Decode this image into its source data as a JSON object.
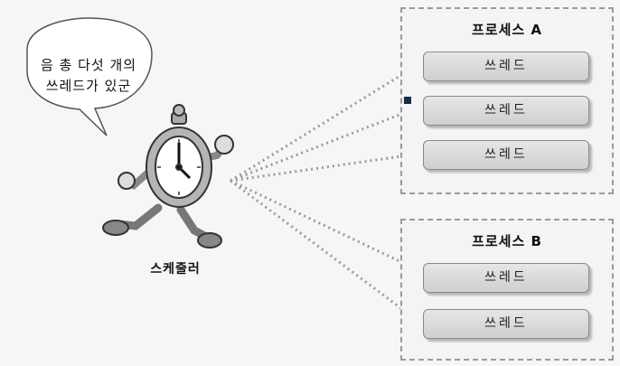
{
  "speech_bubble": {
    "line1": "음 총 다섯 개의",
    "line2": "쓰레드가 있군"
  },
  "scheduler": {
    "label": "스케줄러",
    "icon": "running-clock-icon"
  },
  "processes": [
    {
      "title": "프로세스 A",
      "threads": [
        "쓰레드",
        "쓰레드",
        "쓰레드"
      ]
    },
    {
      "title": "프로세스 B",
      "threads": [
        "쓰레드",
        "쓰레드"
      ]
    }
  ],
  "colors": {
    "box_border": "#9a9a9a",
    "thread_fill": "#d9d9d9",
    "arrow": "#9a9a9a",
    "marker": "#1a2a4a"
  }
}
